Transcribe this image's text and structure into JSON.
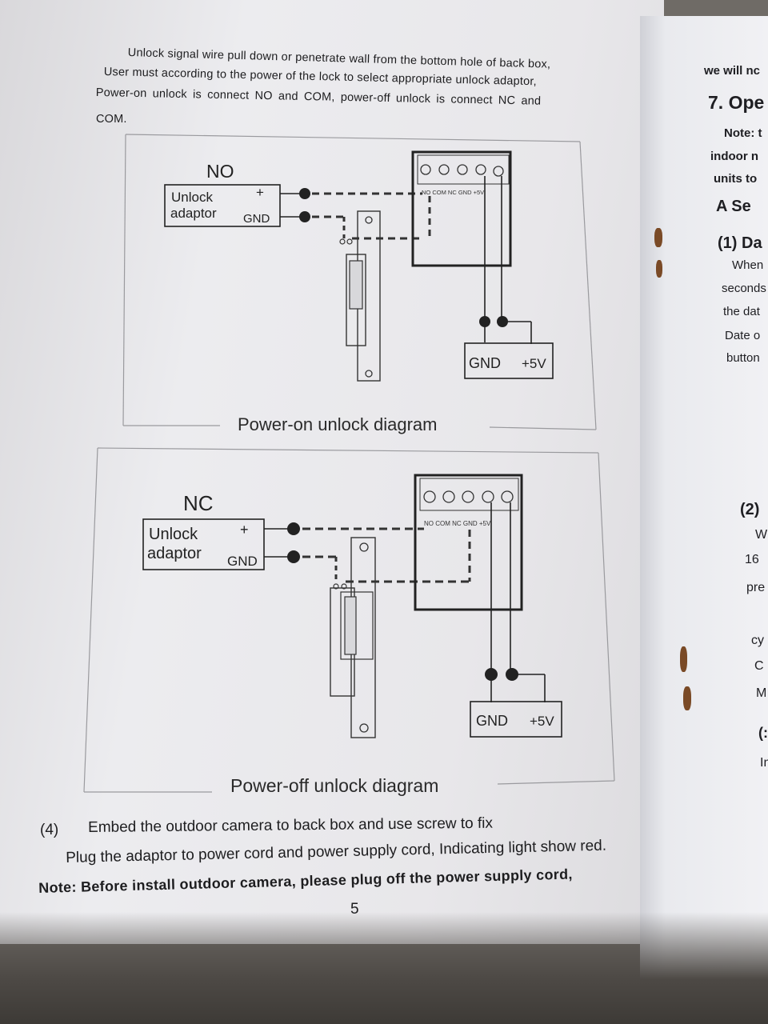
{
  "left_page": {
    "intro_lines": [
      "Unlock signal wire pull down or penetrate wall from the bottom hole of back box,",
      "User must according to the power of the lock to select appropriate unlock adaptor,",
      "Power-on unlock is connect NO and COM, power-off unlock is connect NC and",
      "COM."
    ],
    "diagram_top": {
      "mode_label": "NO",
      "adaptor_label_line1": "Unlock",
      "adaptor_label_line2": "adaptor",
      "plus_label": "+",
      "gnd_label": "GND",
      "terminal_labels": "NO COM NC GND +5V",
      "power_gnd": "GND",
      "power_5v": "+5V",
      "caption": "Power-on unlock diagram"
    },
    "diagram_bottom": {
      "mode_label": "NC",
      "adaptor_label_line1": "Unlock",
      "adaptor_label_line2": "adaptor",
      "plus_label": "+",
      "gnd_label": "GND",
      "terminal_labels": "NO COM NC GND +5V",
      "power_gnd": "GND",
      "power_5v": "+5V",
      "caption": "Power-off unlock diagram"
    },
    "step4_number": "(4)",
    "step4_text": "Embed the outdoor camera to back box and use screw to fix",
    "step4_line2": "Plug the adaptor to power cord and power supply cord, Indicating light show red.",
    "note": "Note: Before install outdoor camera, please plug off the power supply cord,",
    "page_number": "5"
  },
  "right_page": {
    "lines": [
      "we will nc",
      "7. Ope",
      "Note: t",
      "indoor n",
      "units to",
      "A  Se",
      "(1) Da",
      "When",
      "seconds",
      "the dat",
      "Date o",
      "button",
      "(2)",
      "W",
      "16",
      "pre",
      "cy",
      "C",
      "M",
      "(:",
      "In"
    ]
  }
}
